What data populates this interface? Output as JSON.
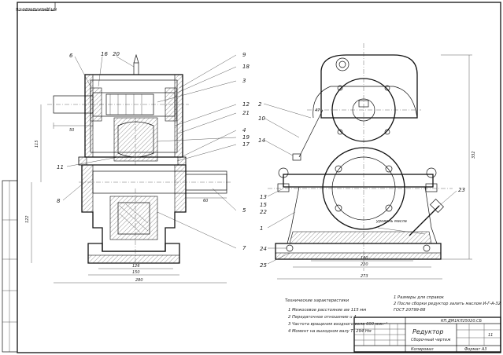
{
  "stamp_code": "КП.ДМ1КЛ25020.СБ",
  "callouts": {
    "c6": "6",
    "c16": "16",
    "c20": "20",
    "c9": "9",
    "c18": "18",
    "c3": "3",
    "c12": "12",
    "c21": "21",
    "c4": "4",
    "c19": "19",
    "c17": "17",
    "c11": "11",
    "c8": "8",
    "c5": "5",
    "c7": "7",
    "c2": "2",
    "c10": "10",
    "c14": "14",
    "c13": "13",
    "c15": "15",
    "c22": "22",
    "c1": "1",
    "c24": "24",
    "c25": "25",
    "c23": "23"
  },
  "dims": {
    "d50": "50",
    "d115": "115",
    "d122": "122",
    "d60": "60",
    "d126": "126",
    "d150": "150",
    "d280": "280",
    "d180": "180",
    "d220": "220",
    "d273": "273",
    "d332": "332",
    "d47": "47",
    "oil": "уровень масла"
  },
  "tech_title": "Технические характеристики",
  "tech_items": [
    "1  Межосевое расстояние aw 115 мм",
    "2  Передаточное отношение u 4",
    "3  Частота вращения входного вала 600 мин⁻¹",
    "4  Момент на выходном валу T₂ 294 Нм"
  ],
  "notes": [
    "1  Размеры для справок",
    "2  После сборки редуктор залить маслом  И-Г-А-32",
    "ГОСТ 20799-88"
  ],
  "title_block": {
    "code": "КП.ДМ1КЛ25020.СБ",
    "name1": "Редуктор",
    "name2": "Сборочный чертеж",
    "sheet_no": "11",
    "format": "Формат А3",
    "copied": "Копировал"
  }
}
